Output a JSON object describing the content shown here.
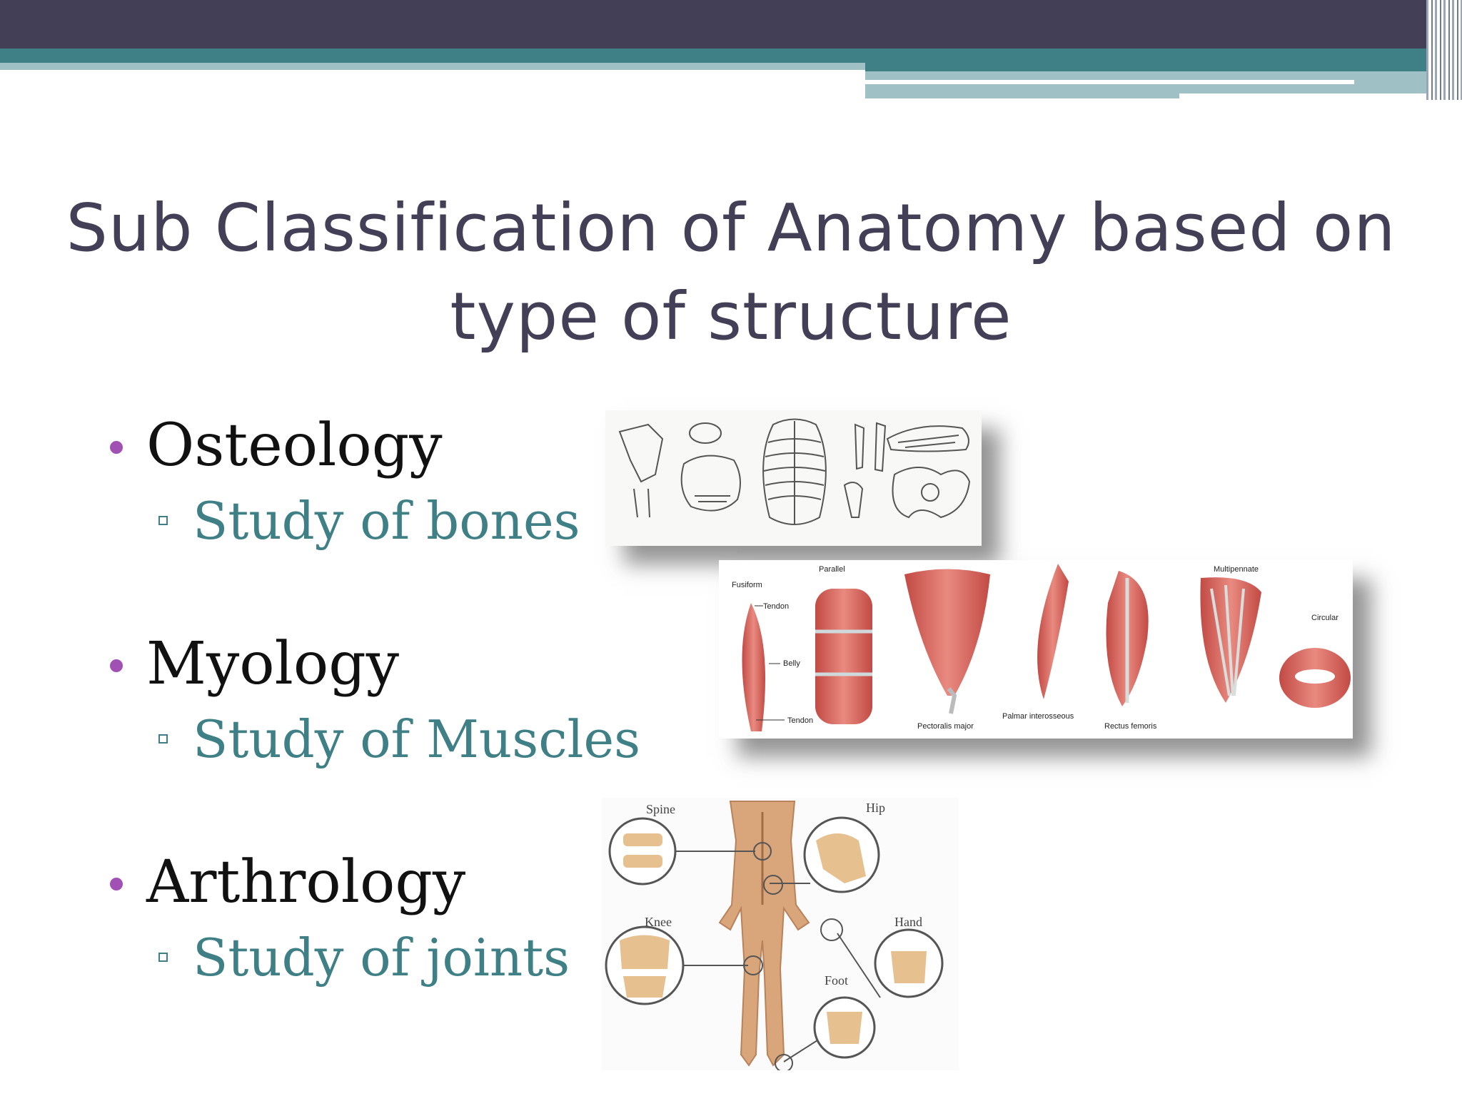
{
  "slide": {
    "title": "Sub Classification of Anatomy based on type of structure",
    "colors": {
      "header_dark": "#433f57",
      "header_teal": "#3f7f86",
      "bullet": "#a150b4",
      "subtext": "#3f7f86"
    },
    "items": [
      {
        "label": "Osteology",
        "sub": "Study of bones"
      },
      {
        "label": "Myology",
        "sub": "Study of Muscles"
      },
      {
        "label": "Arthrology",
        "sub": "Study of joints"
      }
    ]
  },
  "figures": {
    "muscles": {
      "labels": [
        "Parallel",
        "Multipennate",
        "Fusiform",
        "Tendon",
        "Belly",
        "Tendon",
        "Circular",
        "Pectoralis major",
        "Palmar interosseous",
        "Rectus femoris"
      ]
    },
    "joints": {
      "labels": [
        "Spine",
        "Hip",
        "Knee",
        "Hand",
        "Foot"
      ]
    }
  }
}
